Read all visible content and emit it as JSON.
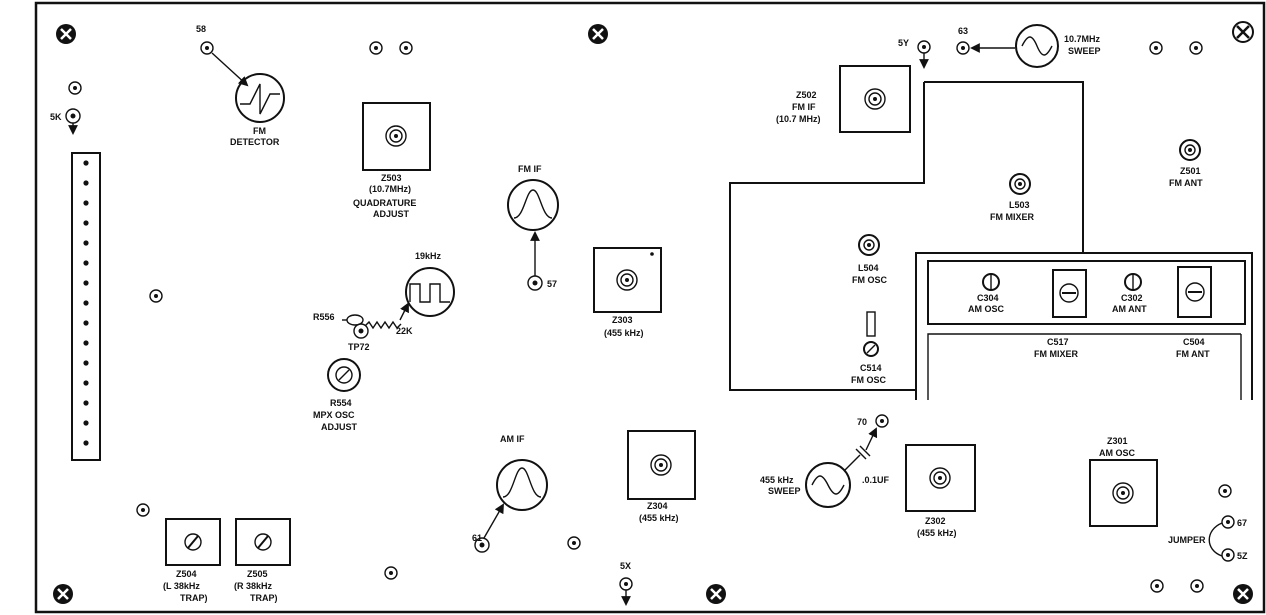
{
  "title": "",
  "test_points": {
    "tp58": "58",
    "tp5k": "5K",
    "tp5y": "5Y",
    "tp63": "63",
    "tp57": "57",
    "tp61": "61",
    "tp5x": "5X",
    "tp70": "70",
    "tp67": "67",
    "tp5z": "5Z",
    "tp72": "TP72"
  },
  "instruments": {
    "fm_detector": [
      "FM",
      "DETECTOR"
    ],
    "sweep_10_7": [
      "10.7MHz",
      "SWEEP"
    ],
    "fm_if": [
      "FM IF"
    ],
    "am_if": [
      "AM IF"
    ],
    "sweep_455": [
      "455 kHz",
      "SWEEP"
    ],
    "square_19k": [
      "19kHz"
    ]
  },
  "components": {
    "z503": [
      "Z503",
      "(10.7MHz)",
      "QUADRATURE",
      "ADJUST"
    ],
    "z502": [
      "Z502",
      "FM IF",
      "(10.7 MHz)"
    ],
    "z501": [
      "Z501",
      "FM ANT"
    ],
    "l503": [
      "L503",
      "FM MIXER"
    ],
    "l504": [
      "L504",
      "FM OSC"
    ],
    "c514": [
      "C514",
      "FM OSC"
    ],
    "c304": [
      "C304",
      "AM OSC"
    ],
    "c302": [
      "C302",
      "AM ANT"
    ],
    "c517": [
      "C517",
      "FM MIXER"
    ],
    "c504": [
      "C504",
      "FM ANT"
    ],
    "z303": [
      "Z303",
      "(455 kHz)"
    ],
    "z304": [
      "Z304",
      "(455 kHz)"
    ],
    "z302": [
      "Z302",
      "(455 kHz)"
    ],
    "z301": [
      "Z301",
      "AM OSC"
    ],
    "z504": [
      "Z504",
      "(L 38kHz",
      "TRAP)"
    ],
    "z505": [
      "Z505",
      "(R 38kHz",
      "TRAP)"
    ],
    "r554": [
      "R554",
      "MPX OSC",
      "ADJUST"
    ],
    "r556": [
      "R556"
    ]
  },
  "misc": {
    "r22k": "22K",
    "cap": ".0.1UF",
    "jumper": "JUMPER"
  }
}
